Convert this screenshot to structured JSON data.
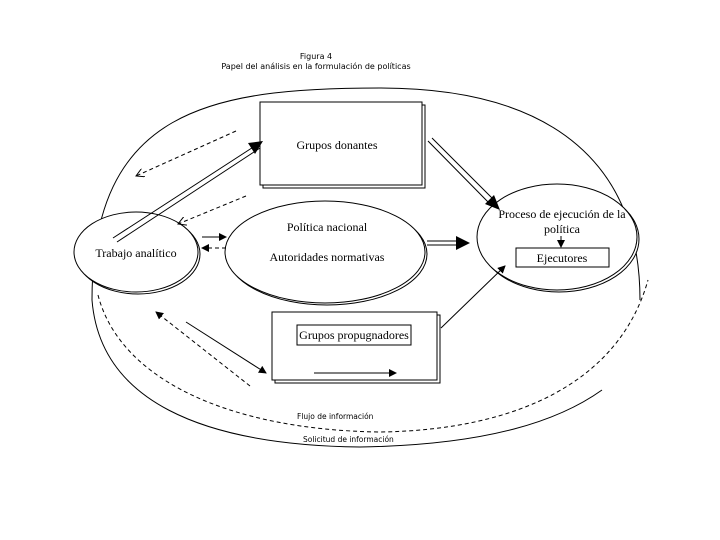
{
  "figure": {
    "number": "Figura 4",
    "title": "Papel del análisis en la formulación de políticas"
  },
  "nodes": {
    "grupos_donantes": "Grupos donantes",
    "politica_nacional": "Política nacional",
    "autoridades_normativas": "Autoridades normativas",
    "trabajo_analitico": "Trabajo analítico",
    "proceso_line1": "Proceso de ejecución de la",
    "proceso_line2": "política",
    "ejecutores": "Ejecutores",
    "grupos_propugnadores": "Grupos propugnadores"
  },
  "legend": {
    "flujo": "Flujo de información",
    "solicitud": "Solicitud de información"
  }
}
